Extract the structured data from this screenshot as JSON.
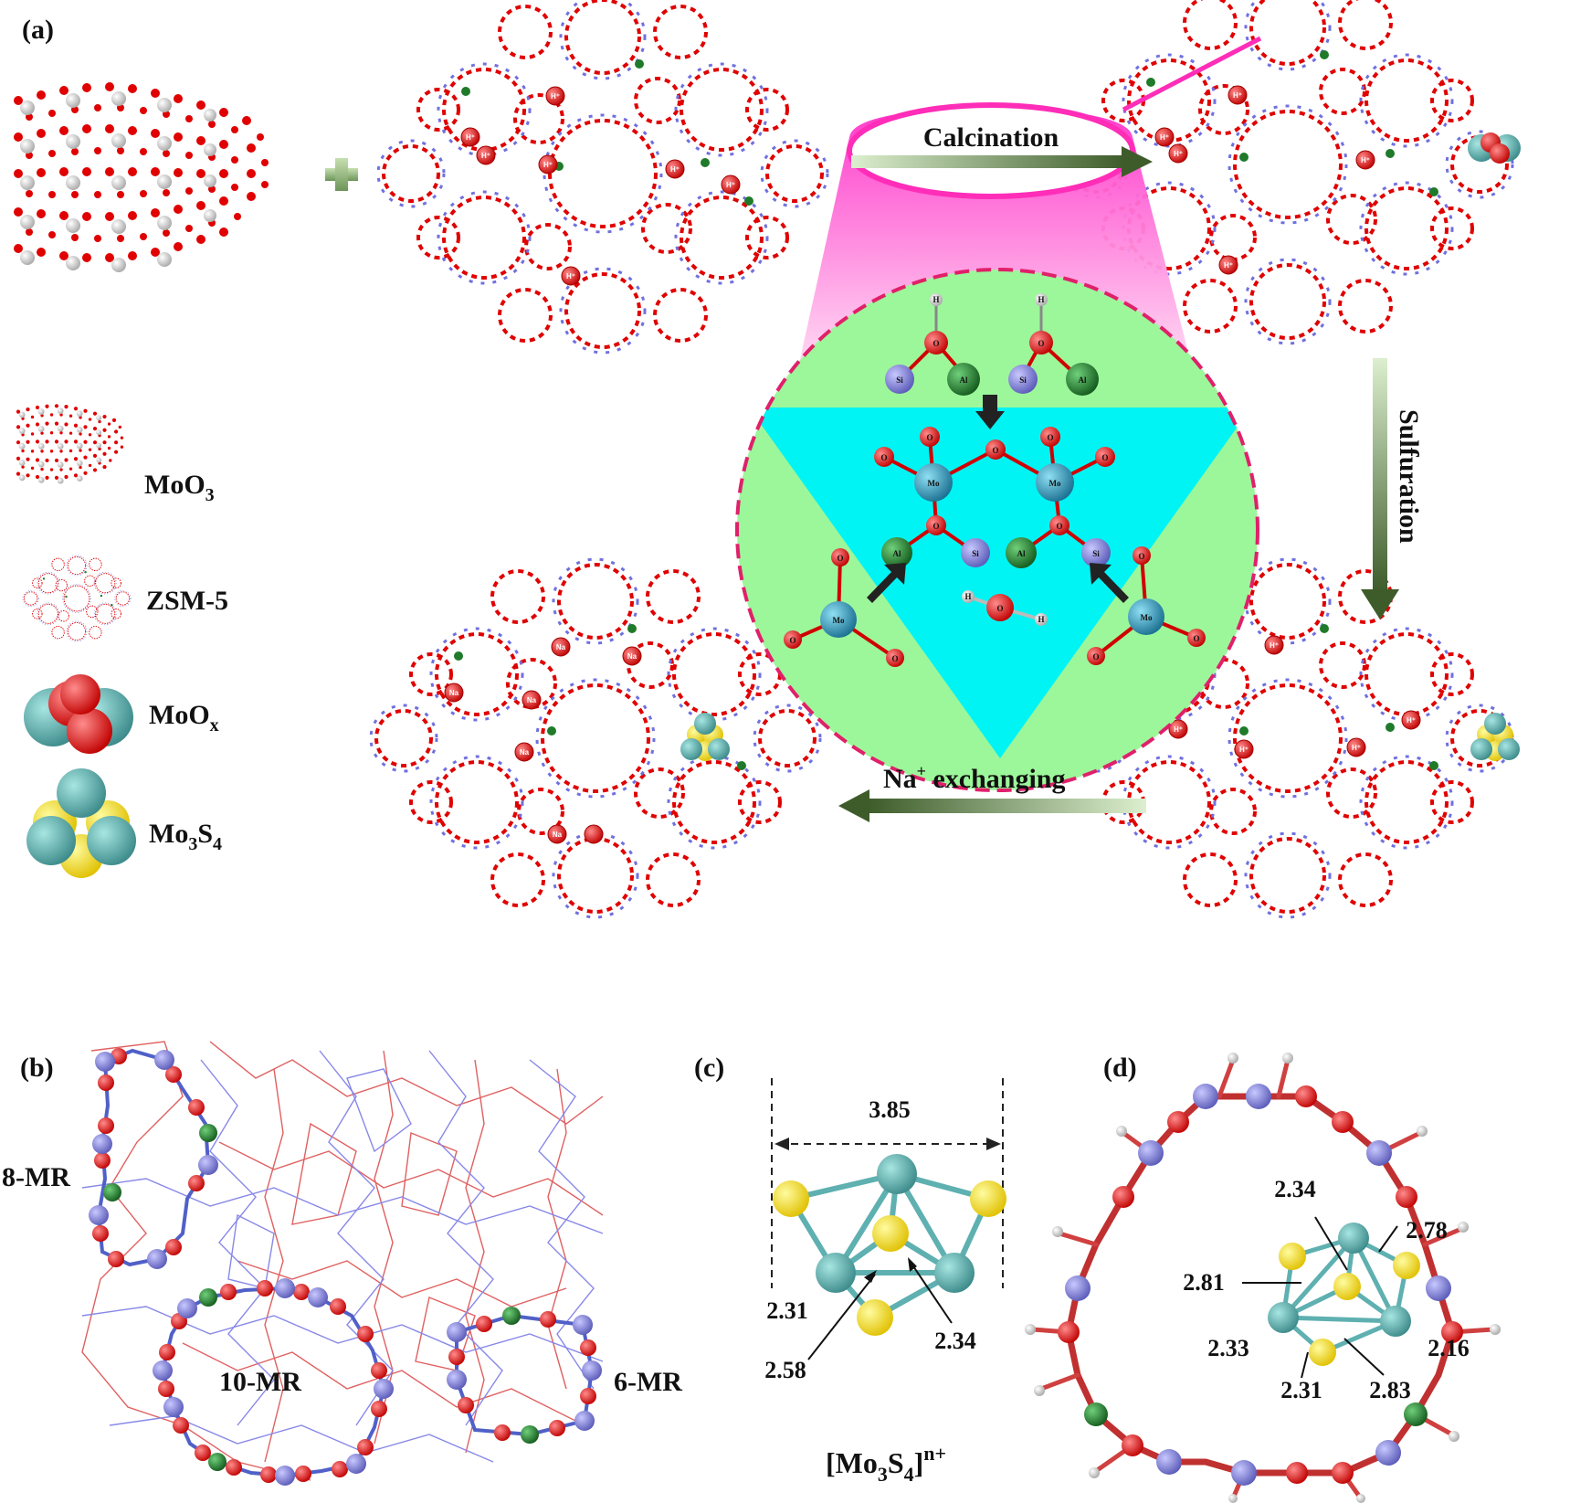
{
  "panels": {
    "a": "(a)",
    "b": "(b)",
    "c": "(c)",
    "d": "(d)"
  },
  "process": {
    "calcination": "Calcination",
    "sulfuration": "Sulfuration",
    "na_exchange_prefix": "Na",
    "na_exchange_sup": "+",
    "na_exchange_suffix": " exchanging"
  },
  "legend": {
    "moo3": {
      "main": "MoO",
      "sub": "3"
    },
    "zsm5": {
      "main": "ZSM-5"
    },
    "moox": {
      "main": "MoO",
      "sub": "x"
    },
    "mo3s4": {
      "main": "Mo",
      "sub1": "3",
      "mid": "S",
      "sub2": "4"
    }
  },
  "atoms": {
    "h": "H",
    "h_plus": "H⁺",
    "o": "O",
    "si": "Si",
    "al": "Al",
    "mo": "Mo",
    "na": "Na"
  },
  "ring_labels": {
    "mr8": "8-MR",
    "mr10": "10-MR",
    "mr6": "6-MR"
  },
  "panel_c": {
    "width": "3.85",
    "d1": "2.31",
    "d2": "2.58",
    "d3": "2.34",
    "formula_open": "[Mo",
    "formula_sub1": "3",
    "formula_mid": "S",
    "formula_sub2": "4",
    "formula_close": "]",
    "formula_sup": "n+"
  },
  "panel_d": {
    "d1": "2.34",
    "d2": "2.78",
    "d3": "2.81",
    "d4": "2.33",
    "d5": "2.16",
    "d6": "2.31",
    "d7": "2.83"
  },
  "colors": {
    "oxygen": "#e01010",
    "silicon": "#8080d8",
    "aluminum": "#1f7a2a",
    "molybdenum": "#2d9fc0",
    "sulfur": "#ffe000",
    "moox_teal": "#2f7f80",
    "pink": "#ff40c0",
    "green_bg": "#9cf79a",
    "cyan_bg": "#00f4f4",
    "arrow_dark": "#3d5c2a",
    "arrow_light": "#d8ecc8"
  }
}
